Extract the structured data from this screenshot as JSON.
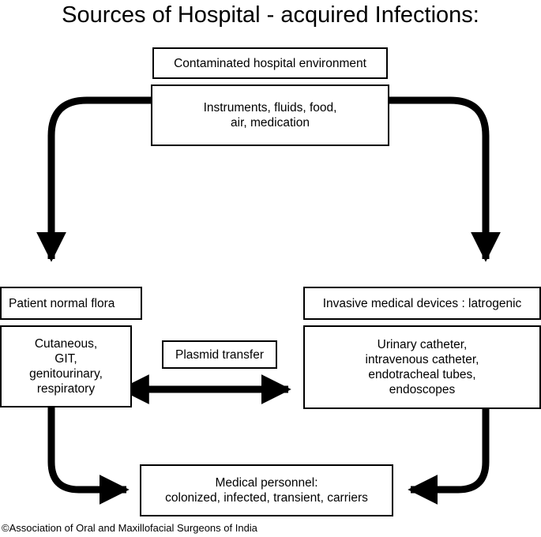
{
  "title": "Sources of Hospital - acquired Infections:",
  "nodes": {
    "environment_header": "Contaminated hospital environment",
    "environment_body": "Instruments, fluids, food,\nair, medication",
    "flora_header": "Patient normal flora",
    "flora_body": "Cutaneous,\nGIT,\ngenitourinary,\nrespiratory",
    "devices_header": "Invasive medical devices : latrogenic",
    "devices_body": "Urinary catheter,\nintravenous catheter,\nendotracheal tubes,\nendoscopes",
    "plasmid": "Plasmid transfer",
    "personnel": "Medical personnel:\ncolonized, infected, transient, carriers"
  },
  "credit": "©Association of Oral and Maxillofacial Surgeons of India"
}
